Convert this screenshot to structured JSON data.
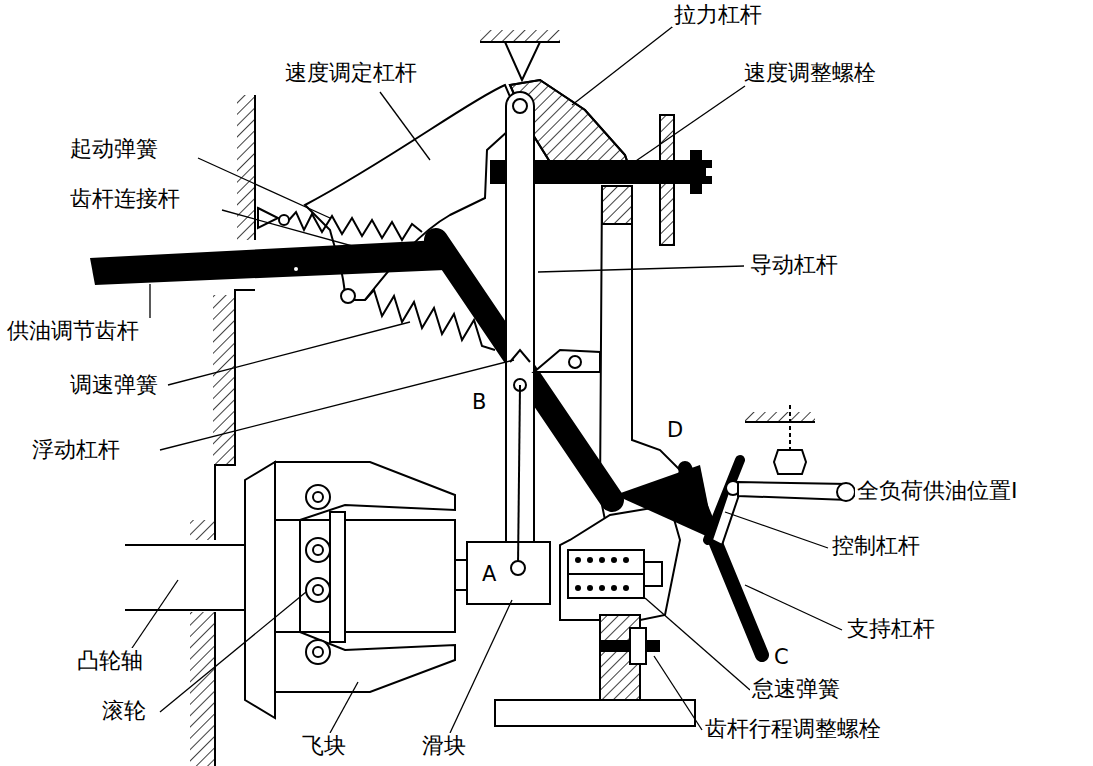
{
  "diagram": {
    "labels": [
      "拉力杠杆",
      "速度调定杠杆",
      "速度调整螺栓",
      "起动弹簧",
      "齿杆连接杆",
      "导动杠杆",
      "供油调节齿杆",
      "调速弹簧",
      "浮动杠杆",
      "B",
      "D",
      "全负荷供油位置Ⅰ",
      "控制杠杆",
      "支持杠杆",
      "C",
      "怠速弹簧",
      "A",
      "凸轮轴",
      "滚轮",
      "飞块",
      "滑块",
      "齿杆行程调整螺栓"
    ]
  }
}
